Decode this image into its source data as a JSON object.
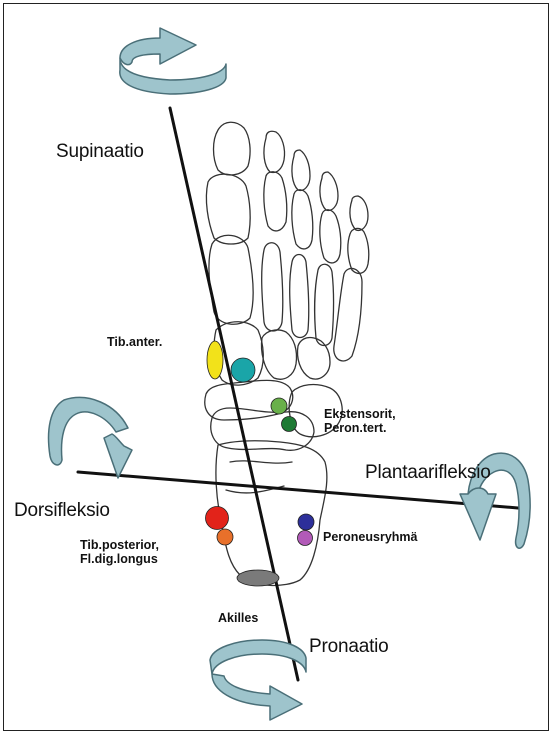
{
  "labels": {
    "supination": "Supinaatio",
    "pronation": "Pronaatio",
    "dorsiflexion": "Dorsifleksio",
    "plantarflexion": "Plantaarifleksio",
    "tib_anter": "Tib.anter.",
    "extensors_line1": "Ekstensorit,",
    "extensors_line2": "Peron.tert.",
    "tib_posterior_line1": "Tib.posterior,",
    "tib_posterior_line2": "Fl.dig.longus",
    "peroneus": "Peroneusryhmä",
    "achilles": "Akilles"
  },
  "colors": {
    "tib_anter_marker": "#f2e21a",
    "tib_anter_teal": "#1aa5a8",
    "extensor_light_green": "#69b04a",
    "extensor_dark_green": "#1e7a34",
    "tib_posterior_red": "#e2231a",
    "fl_dig_orange": "#e8702a",
    "peroneus_blue": "#2d2f9a",
    "peroneus_violet": "#b25ab8",
    "achilles_gray": "#7a7a7a",
    "arrow_fill": "#9ec4cc",
    "arrow_stroke": "#4a6f78"
  }
}
